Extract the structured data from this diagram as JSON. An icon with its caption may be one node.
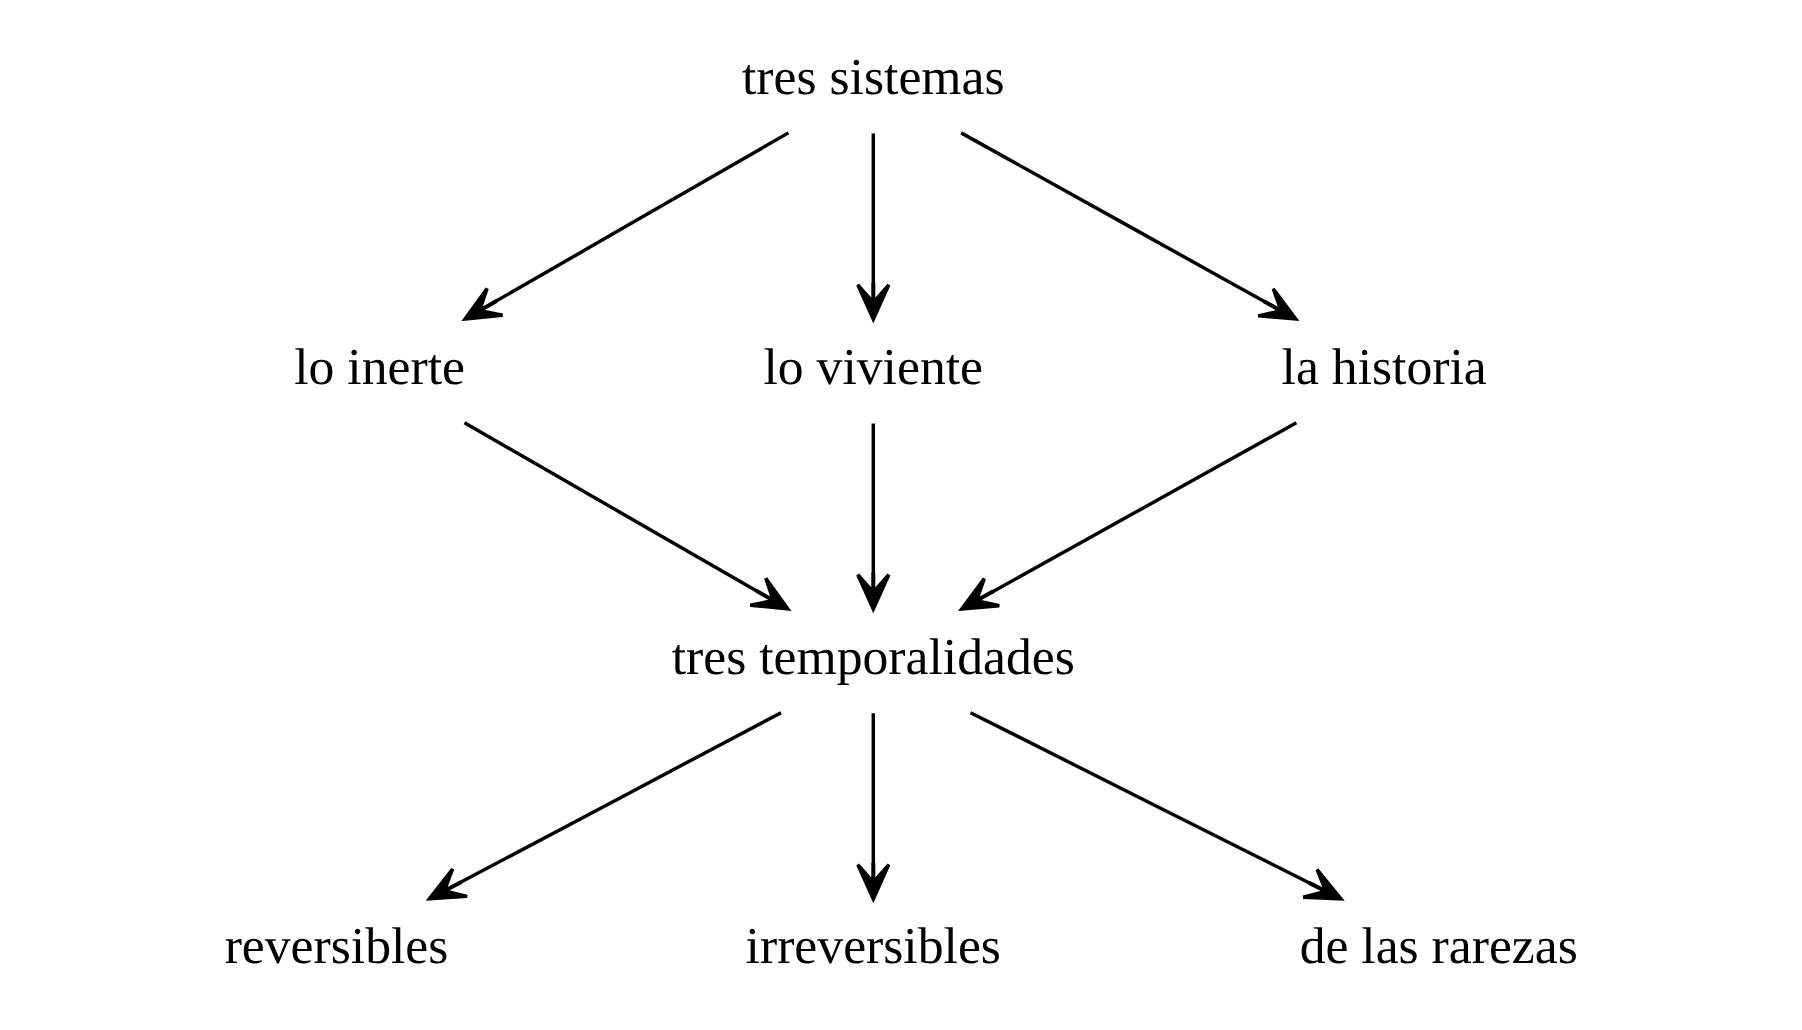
{
  "diagram": {
    "nodes": [
      {
        "text": [
          "tres sistemas"
        ]
      },
      {
        "text": [
          "lo inerte"
        ]
      },
      {
        "text": [
          "lo viviente"
        ]
      },
      {
        "text": [
          "la historia"
        ]
      },
      {
        "text": [
          "tres temporalidades"
        ]
      },
      {
        "text": [
          "reversibles"
        ]
      },
      {
        "text": [
          "irreversibles"
        ]
      },
      {
        "text": [
          "de las rarezas"
        ]
      }
    ],
    "edges": [
      {
        "from": 0,
        "to": 1,
        "arrow": "to"
      },
      {
        "from": 0,
        "to": 2,
        "arrow": "to"
      },
      {
        "from": 0,
        "to": 3,
        "arrow": "to"
      },
      {
        "from": 1,
        "to": 4,
        "arrow": "to"
      },
      {
        "from": 2,
        "to": 4,
        "arrow": "to"
      },
      {
        "from": 3,
        "to": 4,
        "arrow": "to"
      },
      {
        "from": 4,
        "to": 5,
        "arrow": "to"
      },
      {
        "from": 4,
        "to": 6,
        "arrow": "to"
      },
      {
        "from": 4,
        "to": 7,
        "arrow": "to"
      }
    ]
  }
}
